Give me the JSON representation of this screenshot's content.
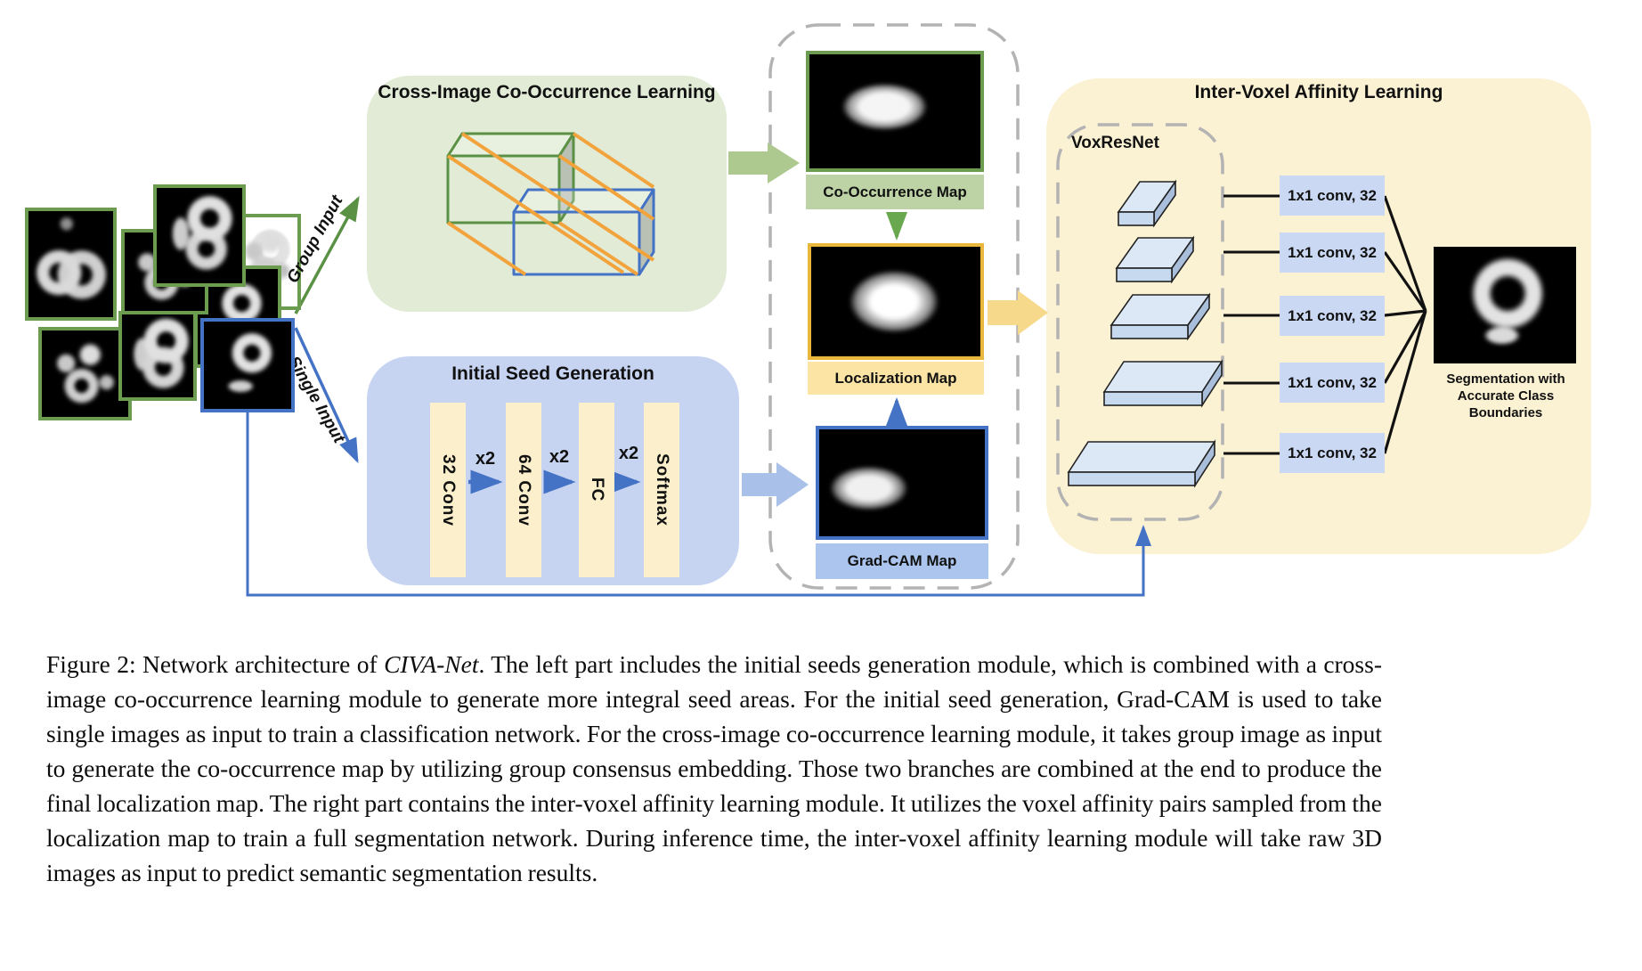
{
  "colors": {
    "green_module": "#e1ebd6",
    "blue_module": "#c6d4f1",
    "yellow_module": "#fbf1d3",
    "bar_fill": "#fbf0cb",
    "green_border": "#6b9c50",
    "blue_accent": "#4472c4",
    "green_arrow_stroke": "#5b9144",
    "cooc_band": "#bdd3a6",
    "loc_band": "#fce4a4",
    "loc_border": "#e8b73c",
    "grad_band": "#abc5ee",
    "conv_box": "#cad8f3",
    "orange_line": "#f2a33c",
    "dashed_gray": "#b3b3b3",
    "arrow_green_fill": "#aec98f",
    "arrow_yellow_fill": "#f6d98a",
    "arrow_blue_fill": "#a9c1e8"
  },
  "labels": {
    "group_input": "Group Input",
    "single_input": "Single Input",
    "cooccurrence_title": "Cross-Image Co-Occurrence Learning",
    "seed_title": "Initial Seed Generation",
    "affinity_title": "Inter-Voxel Affinity Learning",
    "voxresnet": "VoxResNet",
    "cooc_map": "Co-Occurrence Map",
    "loc_map": "Localization Map",
    "grad_map": "Grad-CAM Map",
    "x2": "x2",
    "seed_layers": [
      "32 Conv",
      "64 Conv",
      "FC",
      "Softmax"
    ],
    "conv_boxes": [
      "1x1 conv, 32",
      "1x1 conv, 32",
      "1x1 conv, 32",
      "1x1 conv, 32",
      "1x1 conv, 32"
    ],
    "seg_caption_lines": [
      "Segmentation with",
      "Accurate Class",
      "Boundaries"
    ]
  },
  "caption": {
    "tag": "Figure 2:",
    "text_before_italic": "Network architecture of",
    "italic": "CIVA-Net",
    "text_after_italic": ". The left part includes the initial seeds generation module, which is combined with a cross-image co-occurrence learning module to generate more integral seed areas. For the initial seed generation, Grad-CAM is used to take single images as input to train a classification network. For the cross-image co-occurrence learning module, it takes group image as input to generate the co-occurrence map by utilizing group consensus embedding. Those two branches are combined at the end to produce the final localization map. The right part contains the inter-voxel affinity learning module. It utilizes the voxel affinity pairs sampled from the localization map to train a full segmentation network. During inference time, the inter-voxel affinity learning module will take raw 3D images as input to predict semantic segmentation results."
  }
}
